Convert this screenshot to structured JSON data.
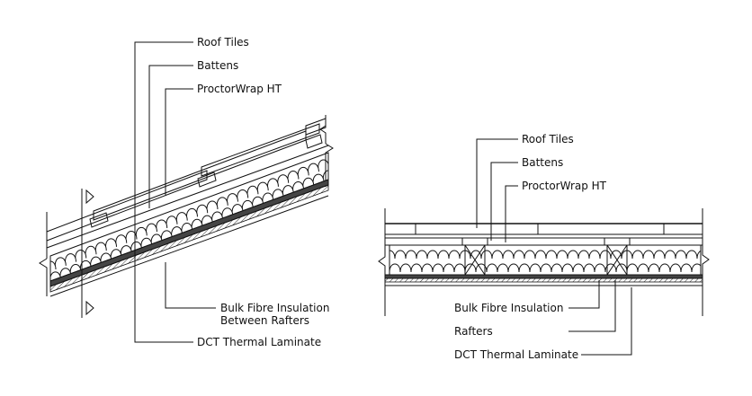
{
  "pitched": {
    "labels": {
      "roof_tiles": "Roof Tiles",
      "battens": "Battens",
      "proctorwrap": "ProctorWrap HT",
      "bulk_line1": "Bulk Fibre Insulation",
      "bulk_line2": "Between Rafters",
      "dct": "DCT Thermal Laminate"
    }
  },
  "flat": {
    "labels": {
      "roof_tiles": "Roof Tiles",
      "battens": "Battens",
      "proctorwrap": "ProctorWrap HT",
      "bulk": "Bulk Fibre Insulation",
      "rafters": "Rafters",
      "dct": "DCT Thermal Laminate"
    }
  },
  "colors": {
    "line": "#111111",
    "membrane": "#555555",
    "background": "#ffffff"
  }
}
